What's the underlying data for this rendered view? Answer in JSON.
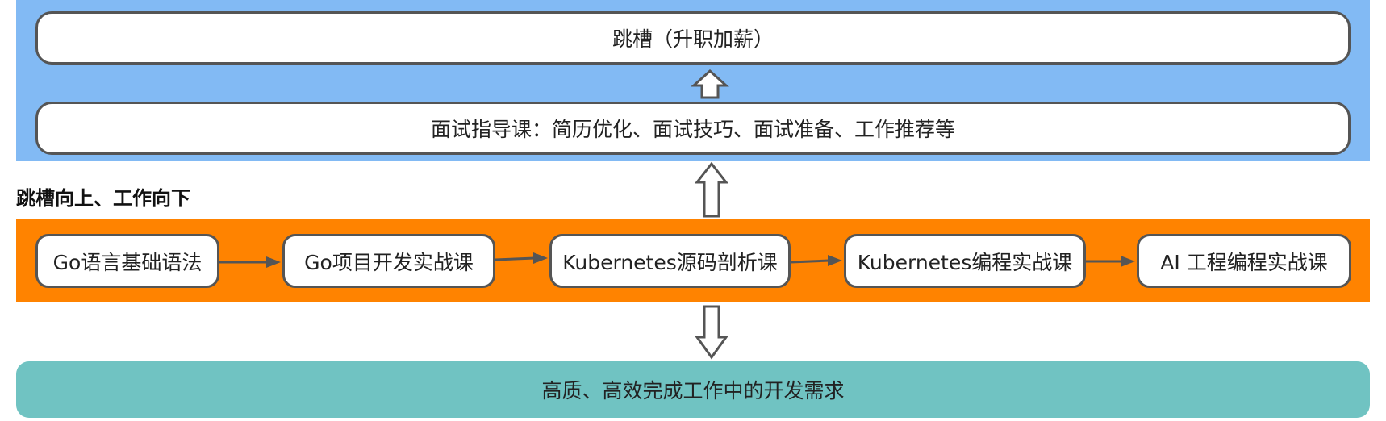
{
  "top_box": {
    "label": "跳槽（升职加薪）"
  },
  "interview_box": {
    "label": "面试指导课：简历优化、面试技巧、面试准备、工作推荐等"
  },
  "section_label": "跳槽向上、工作向下",
  "course_path": [
    {
      "label": "Go语言基础语法"
    },
    {
      "label": "Go项目开发实战课"
    },
    {
      "label": "Kubernetes源码剖析课"
    },
    {
      "label": "Kubernetes编程实战课"
    },
    {
      "label": "AI 工程编程实战课"
    }
  ],
  "bottom_box": {
    "label": "高质、高效完成工作中的开发需求"
  },
  "colors": {
    "top_band": "#82BAF4",
    "course_band": "#FF8300",
    "bottom_box": "#70C3C2",
    "box_border": "#555555"
  }
}
